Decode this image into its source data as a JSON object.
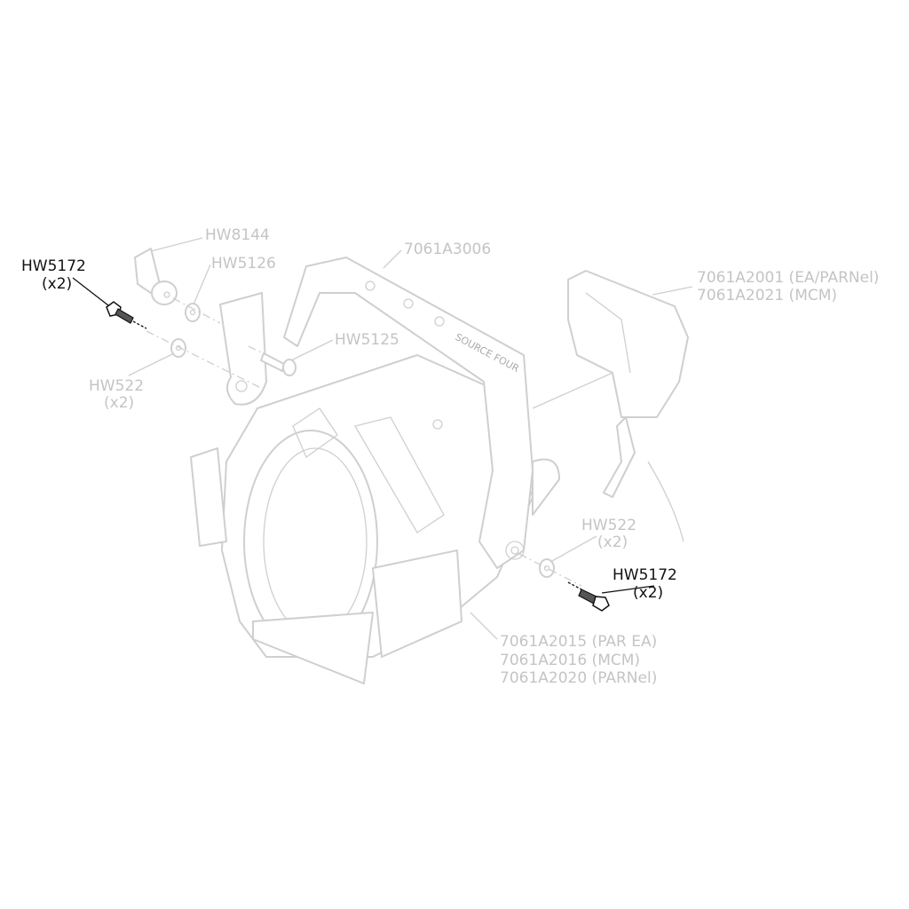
{
  "callouts": {
    "hw5172_left": {
      "part": "HW5172",
      "qty": "(x2)"
    },
    "hw8144": {
      "part": "HW8144"
    },
    "hw5126": {
      "part": "HW5126"
    },
    "yoke": {
      "part": "7061A3006"
    },
    "hw5125": {
      "part": "HW5125"
    },
    "hw522_left": {
      "part": "HW522",
      "qty": "(x2)"
    },
    "rear_housing": {
      "line1": "7061A2001 (EA/PARNel)",
      "line2": "7061A2021 (MCM)"
    },
    "hw522_right": {
      "part": "HW522",
      "qty": "(x2)"
    },
    "hw5172_right": {
      "part": "HW5172",
      "qty": "(x2)"
    },
    "body": {
      "line1": "7061A2015 (PAR EA)",
      "line2": "7061A2016 (MCM)",
      "line3": "7061A2020 (PARNel)"
    }
  },
  "yoke_marking": "SOURCE FOUR",
  "colors": {
    "highlight": "#111111",
    "ghost": "#c4c4c4"
  }
}
